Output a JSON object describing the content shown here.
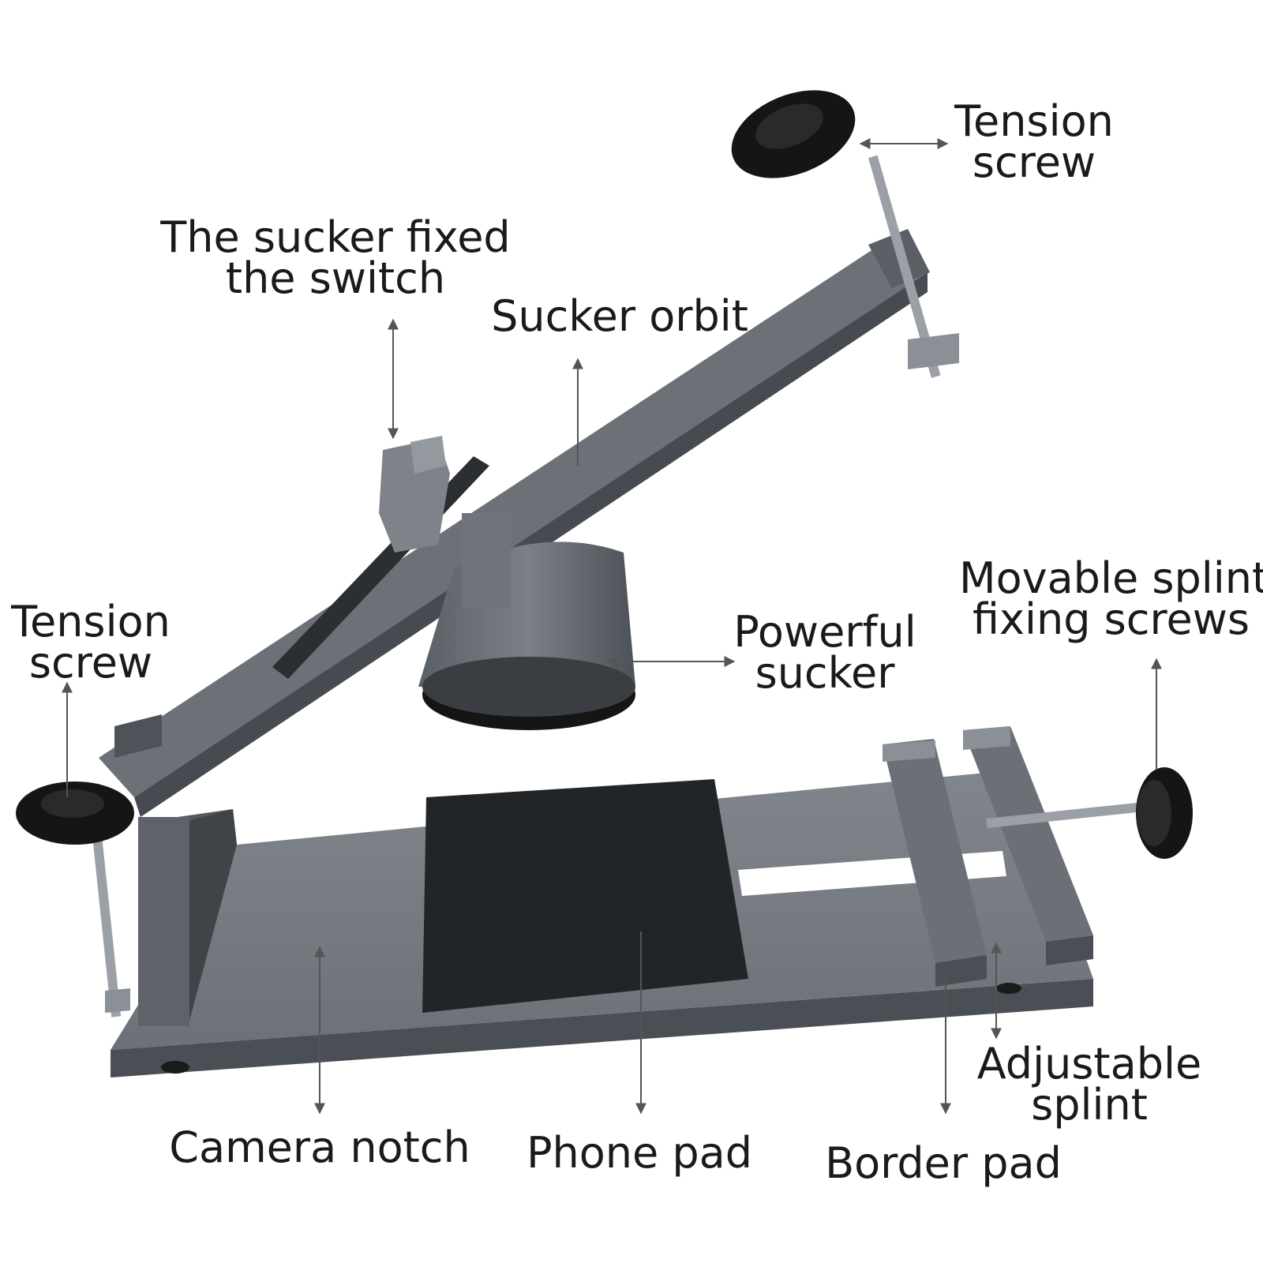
{
  "labels": {
    "tension_screw_top": [
      "Tension",
      "screw"
    ],
    "sucker_switch": [
      "The sucker fixed",
      "the switch"
    ],
    "sucker_orbit": [
      "Sucker orbit"
    ],
    "tension_screw_left": [
      "Tension",
      "screw"
    ],
    "powerful_sucker": [
      "Powerful",
      "sucker"
    ],
    "movable_splint_screws": [
      "Movable splint",
      "fixing screws"
    ],
    "adjustable_splint": [
      "Adjustable",
      "splint"
    ],
    "camera_notch": [
      "Camera notch"
    ],
    "phone_pad": [
      "Phone pad"
    ],
    "border_pad": [
      "Border pad"
    ]
  },
  "colors": {
    "metal": "#6c7278",
    "metal_dark": "#4a4f55",
    "metal_light": "#868c92",
    "knob": "#151515",
    "pad": "#222528",
    "arrow": "#555555",
    "text": "#1a1a1a"
  }
}
